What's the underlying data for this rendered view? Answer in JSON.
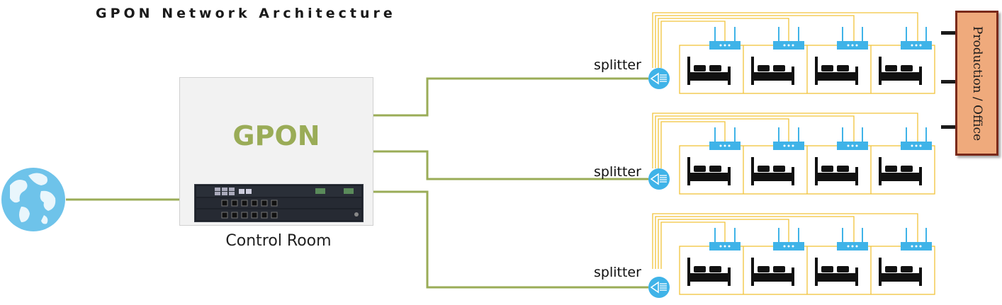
{
  "title": "GPON Network Architecture",
  "gpon_label": "GPON",
  "control_room_label": "Control Room",
  "splitter_label": "splitter",
  "office_label": "Production / Office",
  "icons": [
    "globe-icon",
    "olt-device-icon",
    "splitter-icon",
    "router-icon",
    "bed-icon"
  ],
  "colors": {
    "fiber": "#9aac57",
    "drop_cable": "#f2c33a",
    "router": "#3fb3e8",
    "office_fill": "#efaa7c",
    "office_border": "#7a2a1a",
    "globe": "#6ec3ea"
  }
}
